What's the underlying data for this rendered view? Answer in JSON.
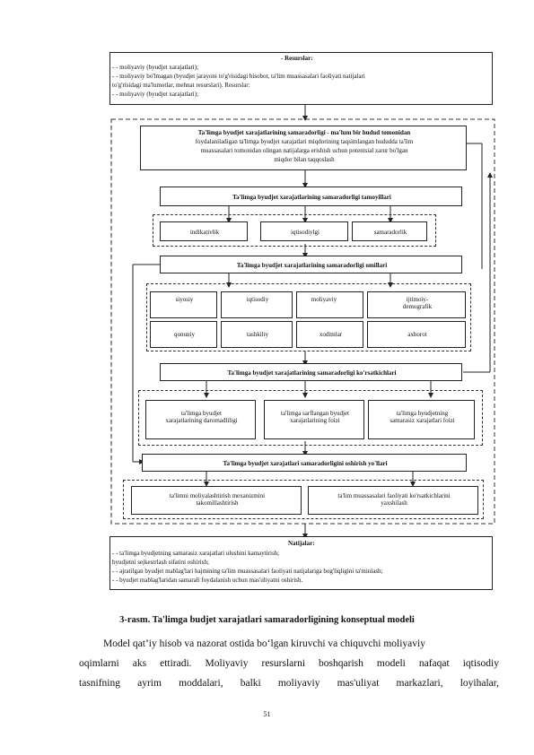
{
  "resources": {
    "title": "- Resurslar:",
    "lines": [
      "- - moliyaviy (byudjet xarajatlari);",
      "- - moliyaviy bo'lmagan (byudjet jarayoni to'g'risidagi hisobot, ta'lim muassasalari faoliyati natijalari",
      "   to'g'risidagi ma'lumotlar, mehnat resurslari). Resurslar:",
      "- - moliyaviy (byudjet xarajatlari);"
    ]
  },
  "definition": {
    "lines": [
      "Ta'limga byudjet xarajatlarining samaradorligi - ma'lum bir hudud tomonidan",
      "foydalaniladigan ta'limga byudjet xarajatlari miqdorining taqsimlangan hududda ta'lim",
      "muassasalari tomonidan olingan natijalarga erishish uchun potentsial zarur bo'lgan",
      "miqdor bilan taqqoslash"
    ]
  },
  "aspects": {
    "title": "Ta'limga byudjet xarajatlarining samaradorligi tamoyillari",
    "items": [
      "indikativlik",
      "iqtisodiylgi",
      "samaradorlik"
    ]
  },
  "factors": {
    "title": "Ta'limga byudjet xarajatlarining samaradorligi omillari",
    "row1": [
      "siyosiy",
      "iqtisodiy",
      "moliyaviy",
      "ijtimoiy-\ndemografik"
    ],
    "row2": [
      "qonuniy",
      "tashkiliy",
      "xodimlar",
      "axborot"
    ]
  },
  "indicators": {
    "title": "Ta'limga byudjet xarajatlarining samaradorligi ko'rsatkichlari",
    "items": [
      "ta'limga byudjet\nxarajatlarining daromadliligi",
      "ta'limga sarflangan byudjet\nxarajatlarining foizi",
      "ta'limga byudjetning\nsamarasiz xarajatlari foizi"
    ]
  },
  "ways": {
    "title": "Ta'limga byudjet xarajatlari samaradorligini oshirish yo'llari",
    "items": [
      "ta'limni moliyalashtirish mexanizmini\ntakomillashtirish",
      "ta'lim muassasalari faoliyati ko'rsatkichlarini\nyaxshilash"
    ]
  },
  "results": {
    "title": "Natijalar:",
    "lines": [
      "- - ta'limga byudjetning samarasiz xarajatlari ulushini kamaytirish;",
      "   byudjetni sejkestrlash sifatini oshirish;",
      "- - ajratilgan byudjet mablag'lari hajmining ta'lim muassasalari faoliyati natijalariga bog'liqligini ta'minlash;",
      "- - byudjet mablag'laridan samarali foydalanish uchun mas'uliyatni oshirish."
    ]
  },
  "caption": "3-rasm. Ta'limga budjet xarajatlari samaradorligining konseptual modeli",
  "paragraph": {
    "line1": "Model qat’iy hisob va nazorat ostida bo‘lgan kiruvchi va chiquvchi moliyaviy",
    "line2": "oqimlarni aks ettiradi. Moliyaviy resurslarni boshqarish modeli nafaqat iqtisodiy",
    "line3": "tasnifning ayrim moddalari, balki moliyaviy mas'uliyat markazlari, loyihalar,"
  },
  "page_number": "51"
}
